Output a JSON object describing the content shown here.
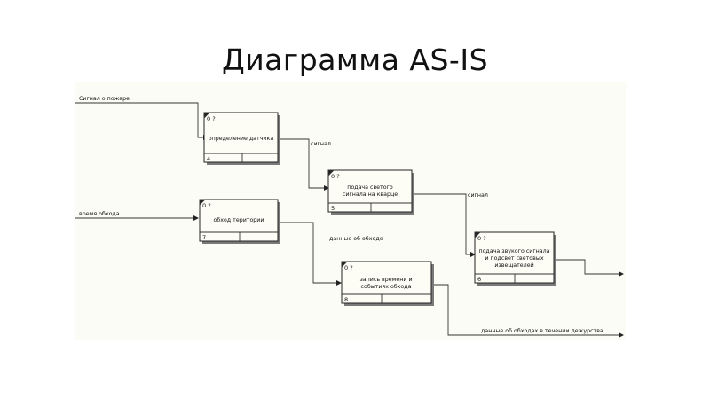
{
  "title": "Диаграмма AS-IS",
  "boxes": [
    {
      "header": "0 ?",
      "text1": "определение датчика",
      "text2": "",
      "text3": "",
      "number": "4"
    },
    {
      "header": "0 ?",
      "text1": "подача светого",
      "text2": "сигнала на кварце",
      "text3": "",
      "number": "5"
    },
    {
      "header": "0 ?",
      "text1": "обход територии",
      "text2": "",
      "text3": "",
      "number": "7"
    },
    {
      "header": "0 ?",
      "text1": "запись времени и",
      "text2": "событиях обхода",
      "text3": "",
      "number": "8"
    },
    {
      "header": "0 ?",
      "text1": "подача звукого сигнала",
      "text2": "и подсвет световых",
      "text3": "извещателей",
      "number": "6"
    }
  ],
  "arrows": {
    "fire_signal": "Сигнал о пожаре",
    "patrol_time": "время обхода",
    "signal_1": "сигнал",
    "signal_2": "сигнал",
    "patrol_data": "данные об обходе",
    "shift_data": "данные об обходах в течении дежурства"
  }
}
